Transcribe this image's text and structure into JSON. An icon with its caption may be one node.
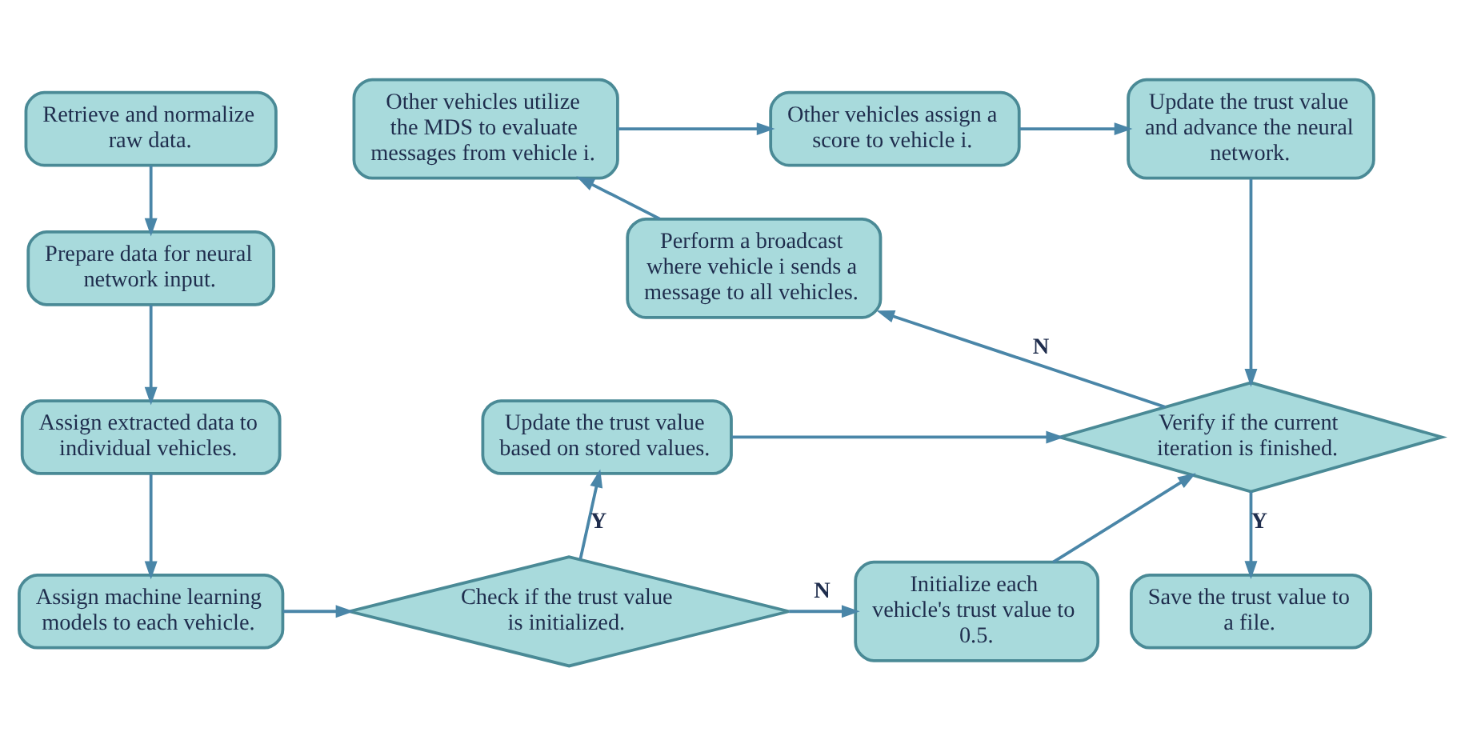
{
  "diagram": {
    "nodes": [
      {
        "text": [
          "Retrieve and normalize raw data."
        ]
      },
      {
        "text": [
          "Prepare data for neural network input."
        ]
      },
      {
        "text": [
          "Assign extracted data to individual vehicles."
        ]
      },
      {
        "text": [
          "Assign machine learning models to each vehicle."
        ]
      },
      {
        "text": [
          "Check if the trust value is initialized."
        ]
      },
      {
        "text": [
          "Update the trust value based on stored values."
        ]
      },
      {
        "text": [
          "Initialize each vehicle's trust value to 0.5."
        ]
      },
      {
        "text": [
          "Verify if the current iteration is finished."
        ]
      },
      {
        "text": [
          "Perform a broadcast where vehicle i sends a message to all vehicles."
        ]
      },
      {
        "text": [
          "Other vehicles utilize the MDS to evaluate messages from vehicle i."
        ]
      },
      {
        "text": [
          "Other vehicles assign a score to vehicle i."
        ]
      },
      {
        "text": [
          "Update the trust value and advance the neural network."
        ]
      },
      {
        "text": [
          "Save the trust value to a file."
        ]
      }
    ],
    "edges": [
      {
        "from": 0,
        "to": 1,
        "arrow": "to"
      },
      {
        "from": 1,
        "to": 2,
        "arrow": "to"
      },
      {
        "from": 2,
        "to": 3,
        "arrow": "to"
      },
      {
        "from": 3,
        "to": 4,
        "arrow": "to"
      },
      {
        "from": 4,
        "to": 5,
        "arrow": "to",
        "label": "Y"
      },
      {
        "from": 4,
        "to": 6,
        "arrow": "to",
        "label": "N"
      },
      {
        "from": 5,
        "to": 7,
        "arrow": "to"
      },
      {
        "from": 6,
        "to": 7,
        "arrow": "to"
      },
      {
        "from": 7,
        "to": 8,
        "arrow": "to",
        "label": "N"
      },
      {
        "from": 8,
        "to": 9,
        "arrow": "to"
      },
      {
        "from": 9,
        "to": 10,
        "arrow": "to"
      },
      {
        "from": 10,
        "to": 11,
        "arrow": "to"
      },
      {
        "from": 11,
        "to": 7,
        "arrow": "to"
      },
      {
        "from": 7,
        "to": 12,
        "arrow": "to",
        "label": "Y"
      }
    ]
  }
}
